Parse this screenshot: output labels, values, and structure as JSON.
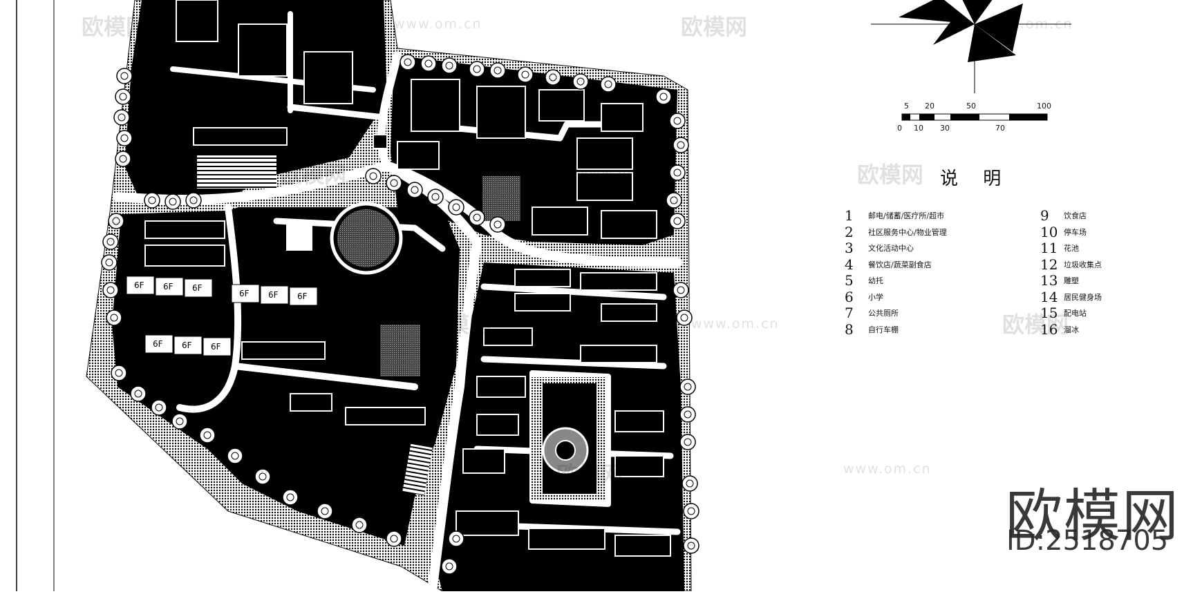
{
  "legend": {
    "title": "说  明",
    "items": [
      {
        "num": "1",
        "text": "邮电/储蓄/医疗所/超市"
      },
      {
        "num": "2",
        "text": "社区服务中心/物业管理"
      },
      {
        "num": "3",
        "text": "文化活动中心"
      },
      {
        "num": "4",
        "text": "餐饮店/蔬菜副食店"
      },
      {
        "num": "5",
        "text": "幼托"
      },
      {
        "num": "6",
        "text": "小学"
      },
      {
        "num": "7",
        "text": "公共厕所"
      },
      {
        "num": "8",
        "text": "自行车棚"
      },
      {
        "num": "9",
        "text": "饮食店"
      },
      {
        "num": "10",
        "text": "停车场"
      },
      {
        "num": "11",
        "text": "花池"
      },
      {
        "num": "12",
        "text": "垃圾收集点"
      },
      {
        "num": "13",
        "text": "雕塑"
      },
      {
        "num": "14",
        "text": "居民健身场"
      },
      {
        "num": "15",
        "text": "配电站"
      },
      {
        "num": "16",
        "text": "溜冰"
      }
    ]
  },
  "scale_bar": {
    "top_labels": [
      "5",
      "20",
      "50",
      "100"
    ],
    "bottom_labels": [
      "0",
      "10",
      "30",
      "70"
    ]
  },
  "building_labels": [
    "6F",
    "6F",
    "6F",
    "6F",
    "6F",
    "6F",
    "6F",
    "6F",
    "6F"
  ],
  "watermark": {
    "brand_cn": "欧模网",
    "url": "www.om.cn",
    "id_text": "ID:2518705"
  },
  "colors": {
    "site_fill": "#000000",
    "roads": "#ffffff",
    "background": "#ffffff"
  }
}
